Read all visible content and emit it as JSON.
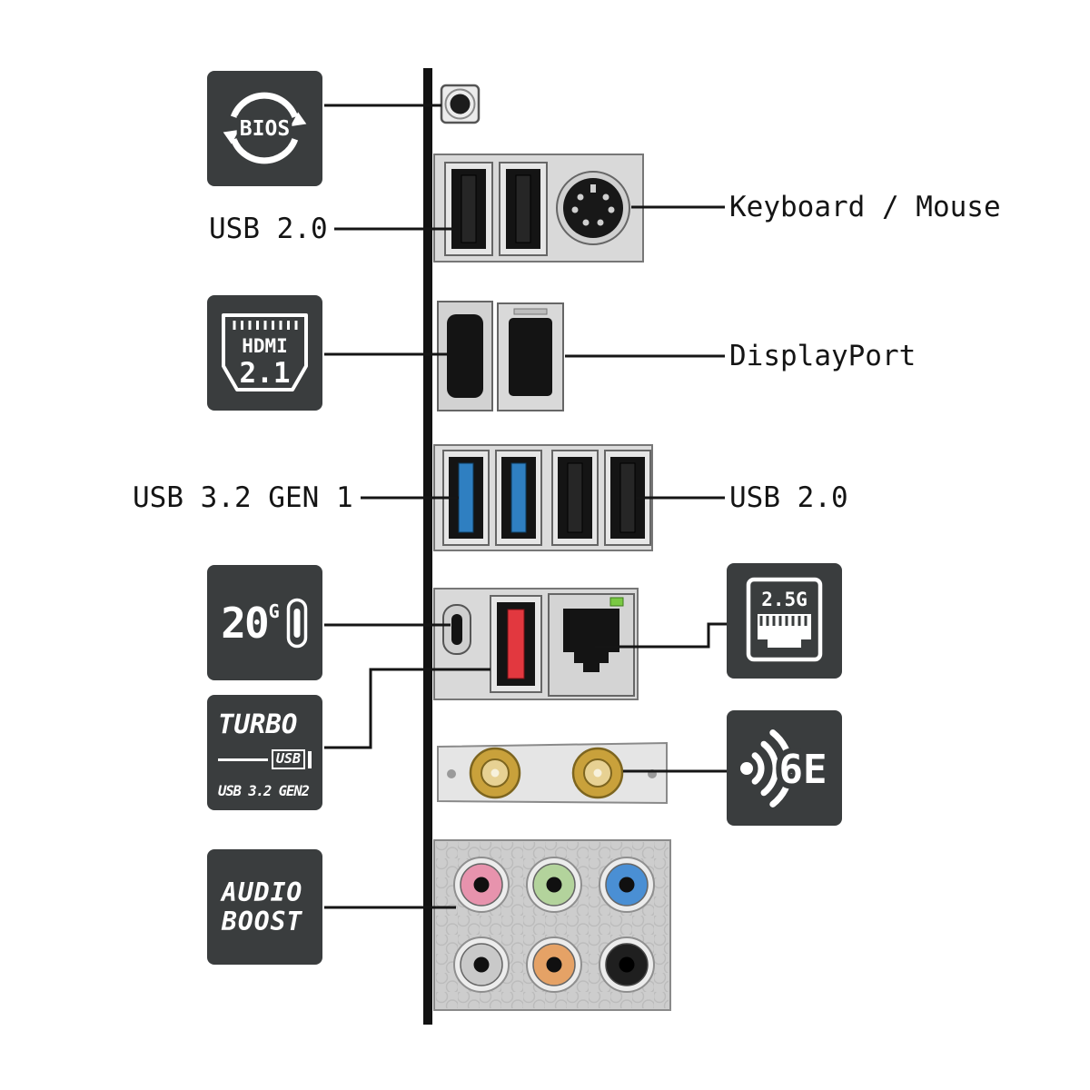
{
  "colors": {
    "box_bg": "#3a3d3e",
    "line_color": "#151515",
    "bracket_black": "#121212",
    "usb3_blue": "#2f7fc1",
    "usb2_dark": "#262626",
    "usb_red": "#e2383f",
    "led_green": "#7ac943",
    "antenna_gold": "#c9a13b",
    "jack_pink": "#e793ad",
    "jack_green": "#b3d39c",
    "jack_blue": "#4a8fd4",
    "jack_gray": "#c9c9c9",
    "jack_orange": "#e5a266",
    "jack_black": "#1f1f1f"
  },
  "labels": {
    "usb20_left": "USB 2.0",
    "keyboard_mouse": "Keyboard / Mouse",
    "displayport": "DisplayPort",
    "usb32_gen1": "USB 3.2 GEN 1",
    "usb20_right": "USB 2.0"
  },
  "badges": {
    "bios": {
      "text": "BIOS"
    },
    "hdmi": {
      "name": "HDMI",
      "version": "2.1"
    },
    "speed20g": {
      "value": "20",
      "unit": "G"
    },
    "lan": {
      "text": "2.5G"
    },
    "turbo": {
      "title": "TURBO",
      "tag": "USB",
      "subtitle": "USB 3.2 GEN2"
    },
    "wifi": {
      "text": "6E"
    },
    "audio": {
      "line1": "AUDIO",
      "line2": "BOOST"
    }
  },
  "ports": {
    "top_block": [
      "usb-2.0",
      "usb-2.0",
      "ps2-keyboard-mouse"
    ],
    "video_block": [
      "hdmi",
      "displayport"
    ],
    "usb_block": [
      "usb-3.2-gen1",
      "usb-3.2-gen1",
      "usb-2.0",
      "usb-2.0"
    ],
    "lan_block": [
      "usb-type-c-20g",
      "usb-3.2-gen2-type-a",
      "rj45-2.5g-lan"
    ],
    "wifi_block": [
      "antenna-sma",
      "antenna-sma"
    ],
    "audio_block": [
      "jack-pink",
      "jack-green",
      "jack-blue",
      "jack-gray",
      "jack-orange",
      "jack-black"
    ]
  }
}
